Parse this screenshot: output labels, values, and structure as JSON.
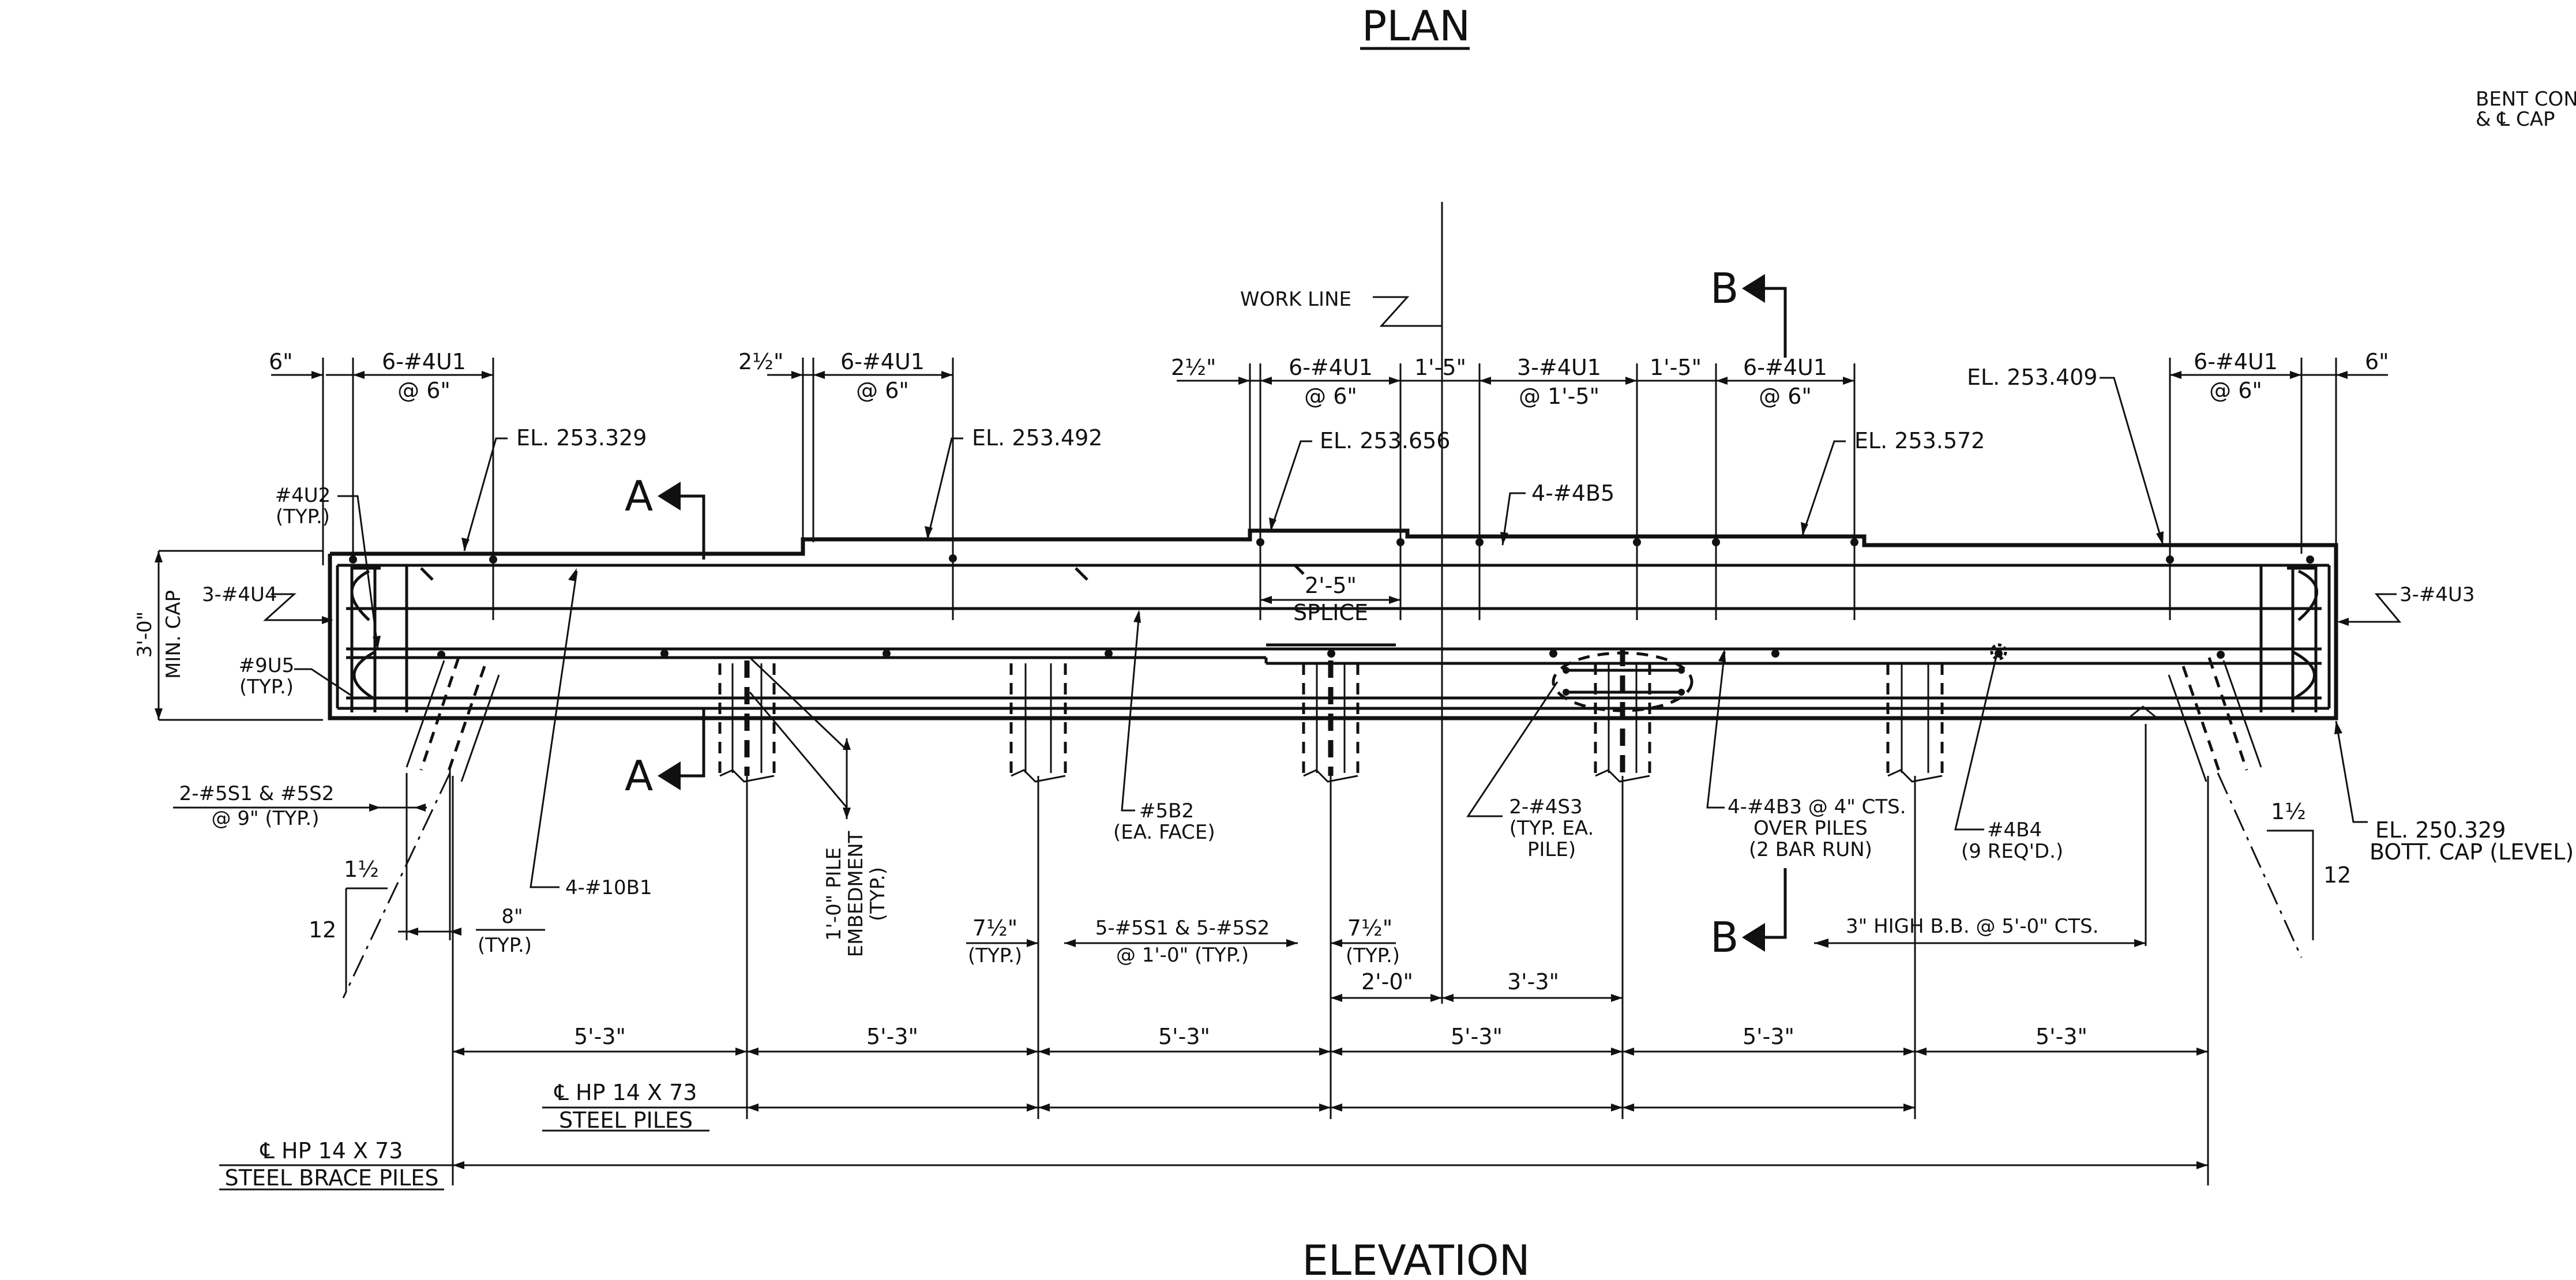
{
  "titles": {
    "plan": "PLAN",
    "elevation": "ELEVATION"
  },
  "corner_note": {
    "line1": "BENT CON",
    "line2": "& ℄ CAP"
  },
  "work_line": "WORK LINE",
  "sections": {
    "a_top": "A",
    "a_bottom": "A",
    "b_top": "B",
    "b_bottom": "B"
  },
  "top_dims": {
    "left_6": "6\"",
    "g1_bars": "6-#4U1",
    "g1_spacing": "@ 6\"",
    "two_half_1": "2½\"",
    "g2_bars": "6-#4U1",
    "g2_spacing": "@ 6\"",
    "two_half_2": "2½\"",
    "g3_bars": "6-#4U1",
    "g3_spacing": "@ 6\"",
    "one_five_a": "1'-5\"",
    "g4_bars": "3-#4U1",
    "g4_spacing": "@ 1'-5\"",
    "one_five_b": "1'-5\"",
    "g5_bars": "6-#4U1",
    "g5_spacing": "@ 6\"",
    "g6_bars": "6-#4U1",
    "g6_spacing": "@ 6\"",
    "right_6": "6\""
  },
  "elevations": {
    "e1": "EL. 253.329",
    "e2": "EL. 253.492",
    "e3": "EL. 253.656",
    "e4": "EL. 253.572",
    "e5": "EL. 253.409",
    "bott_el": "EL. 250.329",
    "bott_note": "BOTT. CAP (LEVEL)"
  },
  "labels": {
    "u2_a": "#4U2",
    "u2_b": "(TYP.)",
    "u4": "3-#4U4",
    "u5_a": "#9U5",
    "u5_b": "(TYP.)",
    "u3": "3-#4U3",
    "b5": "4-#4B5",
    "splice_dim": "2'-5\"",
    "splice": "SPLICE",
    "min_cap_a": "3'-0\"",
    "min_cap_b": "MIN. CAP",
    "s1s2_a": "2-#5S1 & #5S2",
    "s1s2_b": "@ 9\" (TYP.)",
    "b1": "4-#10B1",
    "emb_a": "1'-0\" PILE",
    "emb_b": "EMBEDMENT",
    "emb_c": "(TYP.)",
    "b2_a": "#5B2",
    "b2_b": "(EA. FACE)",
    "s3_a": "2-#4S3",
    "s3_b": "(TYP. EA.",
    "s3_c": "PILE)",
    "b3_a": "4-#4B3 @ 4\" CTS.",
    "b3_b": "OVER PILES",
    "b3_c": "(2 BAR RUN)",
    "b4_a": "#4B4",
    "b4_b": "(9 REQ'D.)",
    "hb": "3\" HIGH B.B. @ 5'-0\" CTS.",
    "eight_a": "8\"",
    "eight_b": "(TYP.)",
    "seven_half_l": "7½\"",
    "seven_half_l_typ": "(TYP.)",
    "s1s2_mid_a": "5-#5S1 & 5-#5S2",
    "s1s2_mid_b": "@ 1'-0\" (TYP.)",
    "seven_half_r": "7½\"",
    "seven_half_r_typ": "(TYP.)",
    "two_zero": "2'-0\"",
    "three_three": "3'-3\""
  },
  "batter": {
    "left_rise": "1½",
    "left_run": "12",
    "right_rise": "1½",
    "right_run": "12"
  },
  "spans": [
    "5'-3\"",
    "5'-3\"",
    "5'-3\"",
    "5'-3\"",
    "5'-3\"",
    "5'-3\""
  ],
  "piles": {
    "steel_a": "℄ HP 14 X 73",
    "steel_b": "STEEL PILES",
    "brace_a": "℄ HP 14 X 73",
    "brace_b": "STEEL BRACE PILES"
  }
}
